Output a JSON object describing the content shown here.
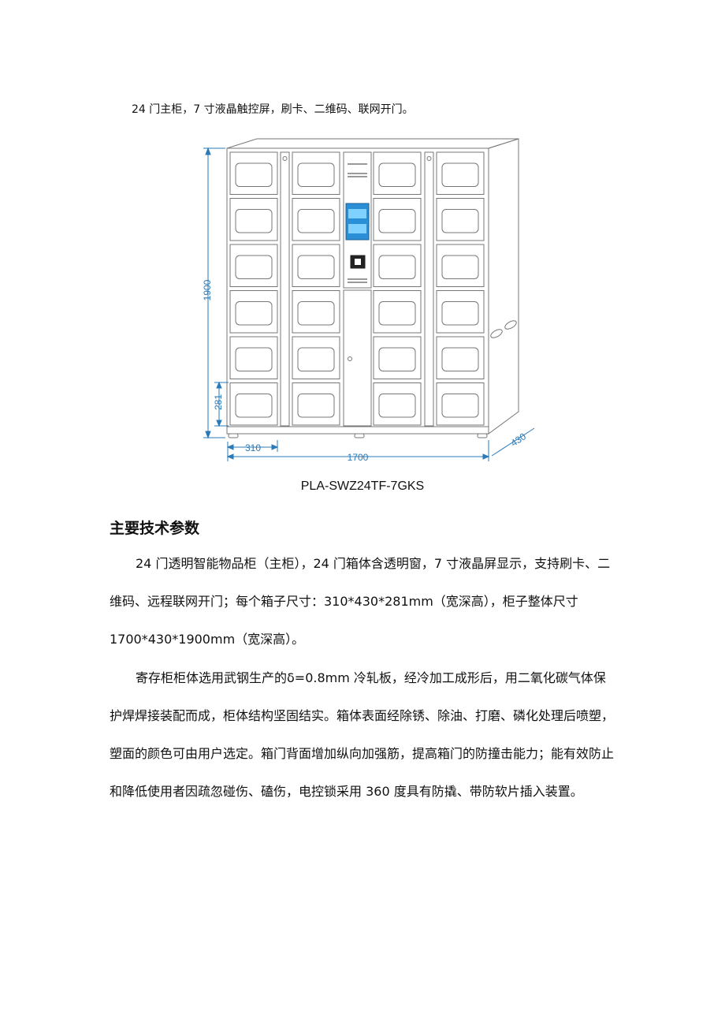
{
  "intro_text": "24 门主柜，7 寸液晶触控屏，刷卡、二维码、联网开门。",
  "figure": {
    "dim_height": "1900",
    "dim_box_height": "281",
    "dim_box_width": "310",
    "dim_total_width": "1700",
    "dim_depth": "430",
    "dimension_color": "#2a7ab8"
  },
  "caption": "PLA-SWZ24TF-7GKS",
  "heading": "主要技术参数",
  "paragraph1": "24 门透明智能物品柜（主柜），24 门箱体含透明窗，7 寸液晶屏显示，支持刷卡、二维码、远程联网开门；每个箱子尺寸：310*430*281mm（宽深高），柜子整体尺寸1700*430*1900mm（宽深高）。",
  "paragraph2": "寄存柜柜体选用武钢生产的δ=0.8mm 冷轧板，经冷加工成形后，用二氧化碳气体保护焊焊接装配而成，柜体结构坚固结实。箱体表面经除锈、除油、打磨、磷化处理后喷塑，塑面的颜色可由用户选定。箱门背面增加纵向加强筋，提高箱门的防撞击能力；能有效防止和降低使用者因疏忽碰伤、磕伤，电控锁采用 360 度具有防撬、带防软片插入装置。"
}
